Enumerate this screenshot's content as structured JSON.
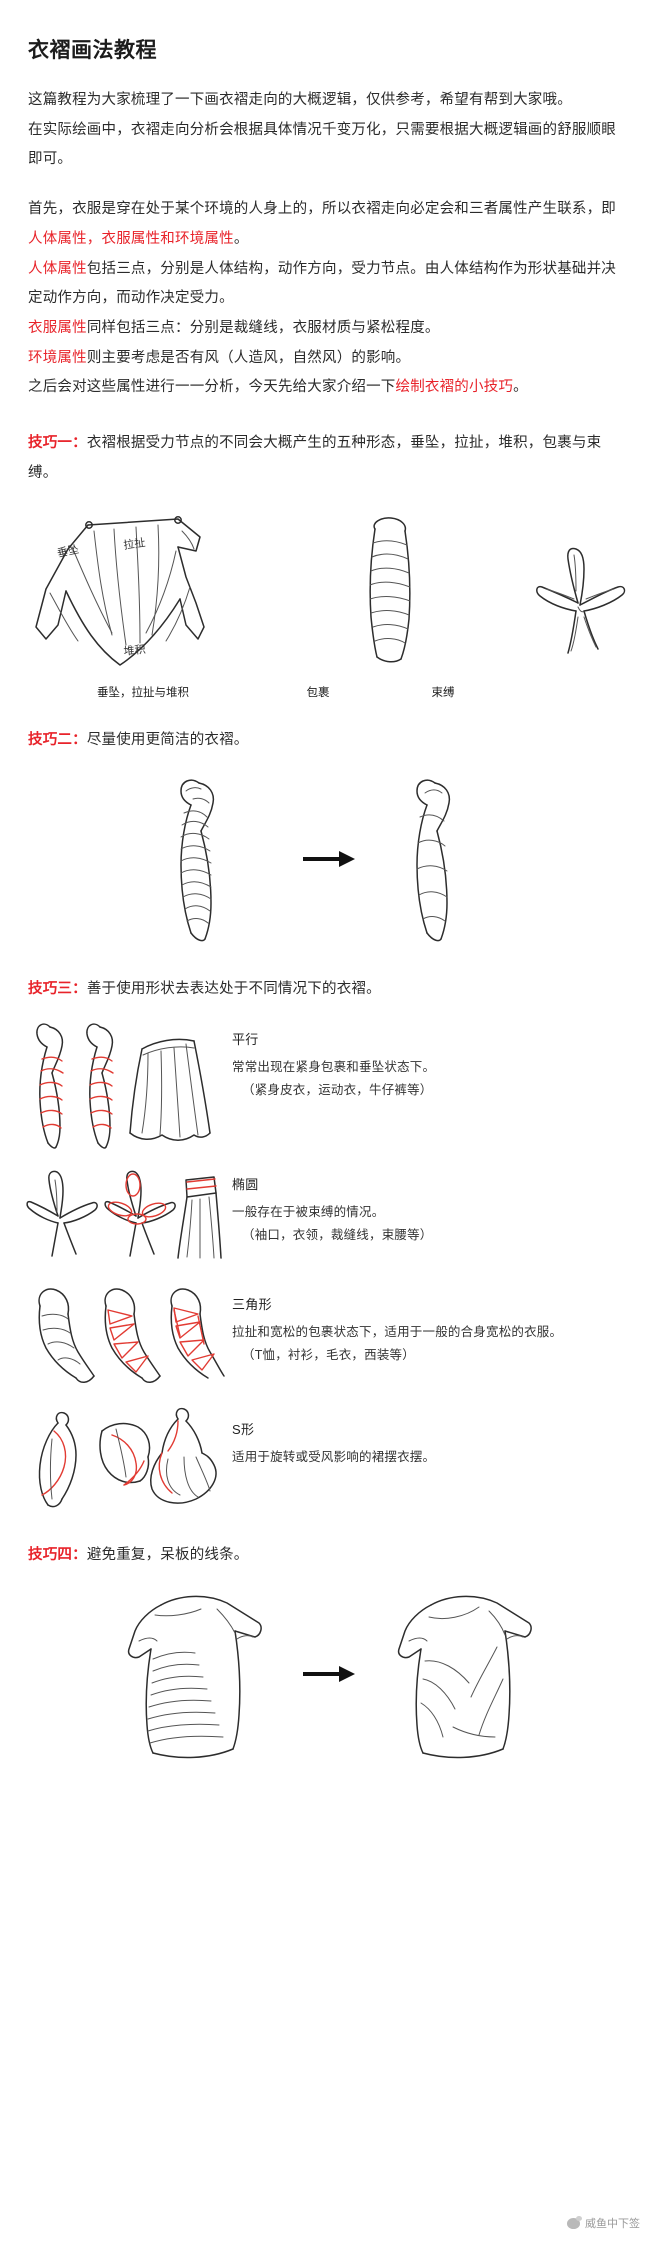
{
  "title": "衣褶画法教程",
  "intro": {
    "p1": "这篇教程为大家梳理了一下画衣褶走向的大概逻辑，仅供参考，希望有帮到大家哦。",
    "p2": "在实际绘画中，衣褶走向分析会根据具体情况千变万化，只需要根据大概逻辑画的舒服顺眼即可。"
  },
  "attributes": {
    "line1_a": "首先，衣服是穿在处于某个环境的人身上的，所以衣褶走向必定会和三者属性产生联系，即",
    "line1_b": "人体属性，衣服属性和环境属性",
    "line1_c": "。",
    "line2_label": "人体属性",
    "line2_rest": "包括三点，分别是人体结构，动作方向，受力节点。由人体结构作为形状基础并决定动作方向，而动作决定受力。",
    "line3_label": "衣服属性",
    "line3_rest": "同样包括三点：分别是裁缝线，衣服材质与紧松程度。",
    "line4_label": "环境属性",
    "line4_rest": "则主要考虑是否有风（人造风，自然风）的影响。",
    "line5_a": "之后会对这些属性进行一一分析，今天先给大家介绍一下",
    "line5_b": "绘制衣褶的小技巧",
    "line5_c": "。"
  },
  "tips": {
    "tip1_label": "技巧一：",
    "tip1_text": "衣褶根据受力节点的不同会大概产生的五种形态，垂坠，拉扯，堆积，包裹与束缚。",
    "tip1_captions": [
      "垂坠，拉扯与堆积",
      "包裹",
      "束缚"
    ],
    "tip1_annotations": [
      "垂坠",
      "拉扯",
      "堆积"
    ],
    "tip2_label": "技巧二：",
    "tip2_text": "尽量使用更简洁的衣褶。",
    "tip3_label": "技巧三：",
    "tip3_text": "善于使用形状去表达处于不同情况下的衣褶。",
    "tip4_label": "技巧四：",
    "tip4_text": "避免重复，呆板的线条。"
  },
  "shapes": [
    {
      "name": "平行",
      "desc": "常常出现在紧身包裹和垂坠状态下。",
      "examples": "（紧身皮衣，运动衣，牛仔裤等）"
    },
    {
      "name": "椭圆",
      "desc": "一般存在于被束缚的情况。",
      "examples": "（袖口，衣领，裁缝线，束腰等）"
    },
    {
      "name": "三角形",
      "desc": "拉扯和宽松的包裹状态下，适用于一般的合身宽松的衣服。",
      "examples": "（T恤，衬衫，毛衣，西装等）"
    },
    {
      "name": "S形",
      "desc": "适用于旋转或受风影响的裙摆衣摆。",
      "examples": ""
    }
  ],
  "footer": {
    "handle": "威鱼中下签"
  },
  "colors": {
    "accent_red": "#e8232a",
    "ink": "#2d2d2d",
    "sketch_red": "#e23b33",
    "background": "#ffffff"
  }
}
